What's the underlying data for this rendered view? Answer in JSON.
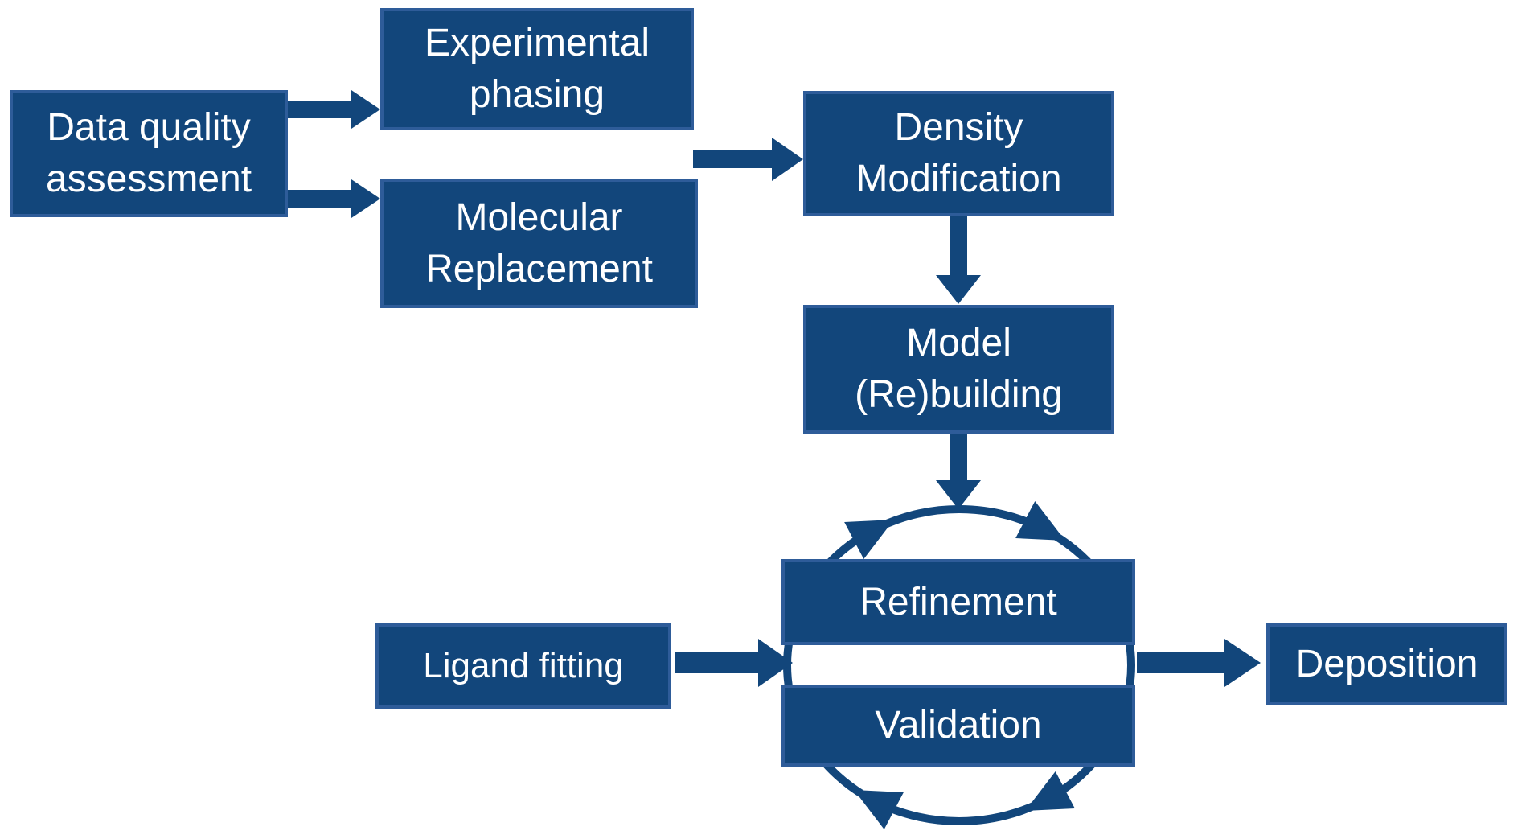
{
  "diagram": {
    "type": "flowchart",
    "background": "#FFFFFF",
    "palette": {
      "box_fill": "#12467B",
      "box_border": "#2E5C99",
      "arrow_fill": "#12467B",
      "text_color": "#FFFFFF"
    },
    "nodes": {
      "data_quality_assessment": {
        "line1": "Data quality",
        "line2": "assessment"
      },
      "experimental_phasing": {
        "line1": "Experimental",
        "line2": "phasing"
      },
      "molecular_replacement": {
        "line1": "Molecular",
        "line2": "Replacement"
      },
      "density_modification": {
        "line1": "Density",
        "line2": "Modification"
      },
      "model_rebuilding": {
        "line1": "Model",
        "line2": "(Re)building"
      },
      "refinement": {
        "label": "Refinement"
      },
      "validation": {
        "label": "Validation"
      },
      "ligand_fitting": {
        "label": "Ligand fitting"
      },
      "deposition": {
        "label": "Deposition"
      }
    },
    "connections": [
      {
        "from": "Data quality assessment",
        "to": "Experimental phasing",
        "style": "block-arrow"
      },
      {
        "from": "Data quality assessment",
        "to": "Molecular Replacement",
        "style": "block-arrow"
      },
      {
        "from": "Experimental phasing / Molecular Replacement",
        "to": "Density Modification",
        "style": "block-arrow"
      },
      {
        "from": "Density Modification",
        "to": "Model (Re)building",
        "style": "block-arrow"
      },
      {
        "from": "Model (Re)building",
        "to": "Refinement-Validation cycle",
        "style": "block-arrow"
      },
      {
        "from": "Ligand fitting",
        "to": "Refinement-Validation cycle",
        "style": "block-arrow"
      },
      {
        "from": "Refinement-Validation cycle",
        "to": "Deposition",
        "style": "block-arrow"
      },
      {
        "from": "Refinement",
        "to": "Validation",
        "style": "circular-cycle",
        "direction": "clockwise",
        "arrowheads": 4
      }
    ]
  }
}
